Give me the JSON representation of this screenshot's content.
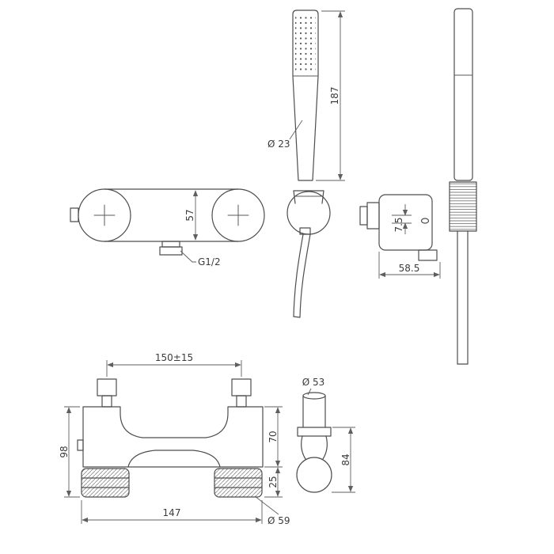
{
  "drawing": {
    "line_color": "#4d4d4d",
    "background": "#ffffff",
    "views": {
      "mixer_front": {
        "dim_body_height": "57",
        "dim_outlet_thread": "G1/2"
      },
      "handshower_front": {
        "dim_length": "187",
        "dim_diameter": "Ø 23"
      },
      "mixer_side": {
        "dim_offset": "7.5",
        "dim_depth": "58.5"
      },
      "bath_mixer_front": {
        "dim_centers": "150±15",
        "dim_total_height": "98",
        "dim_body_height": "70",
        "dim_tail_height": "25",
        "dim_width": "147",
        "dim_tail_diameter": "Ø 59"
      },
      "bath_mixer_side": {
        "dim_flange_diameter": "Ø 53",
        "dim_height": "84"
      }
    }
  }
}
